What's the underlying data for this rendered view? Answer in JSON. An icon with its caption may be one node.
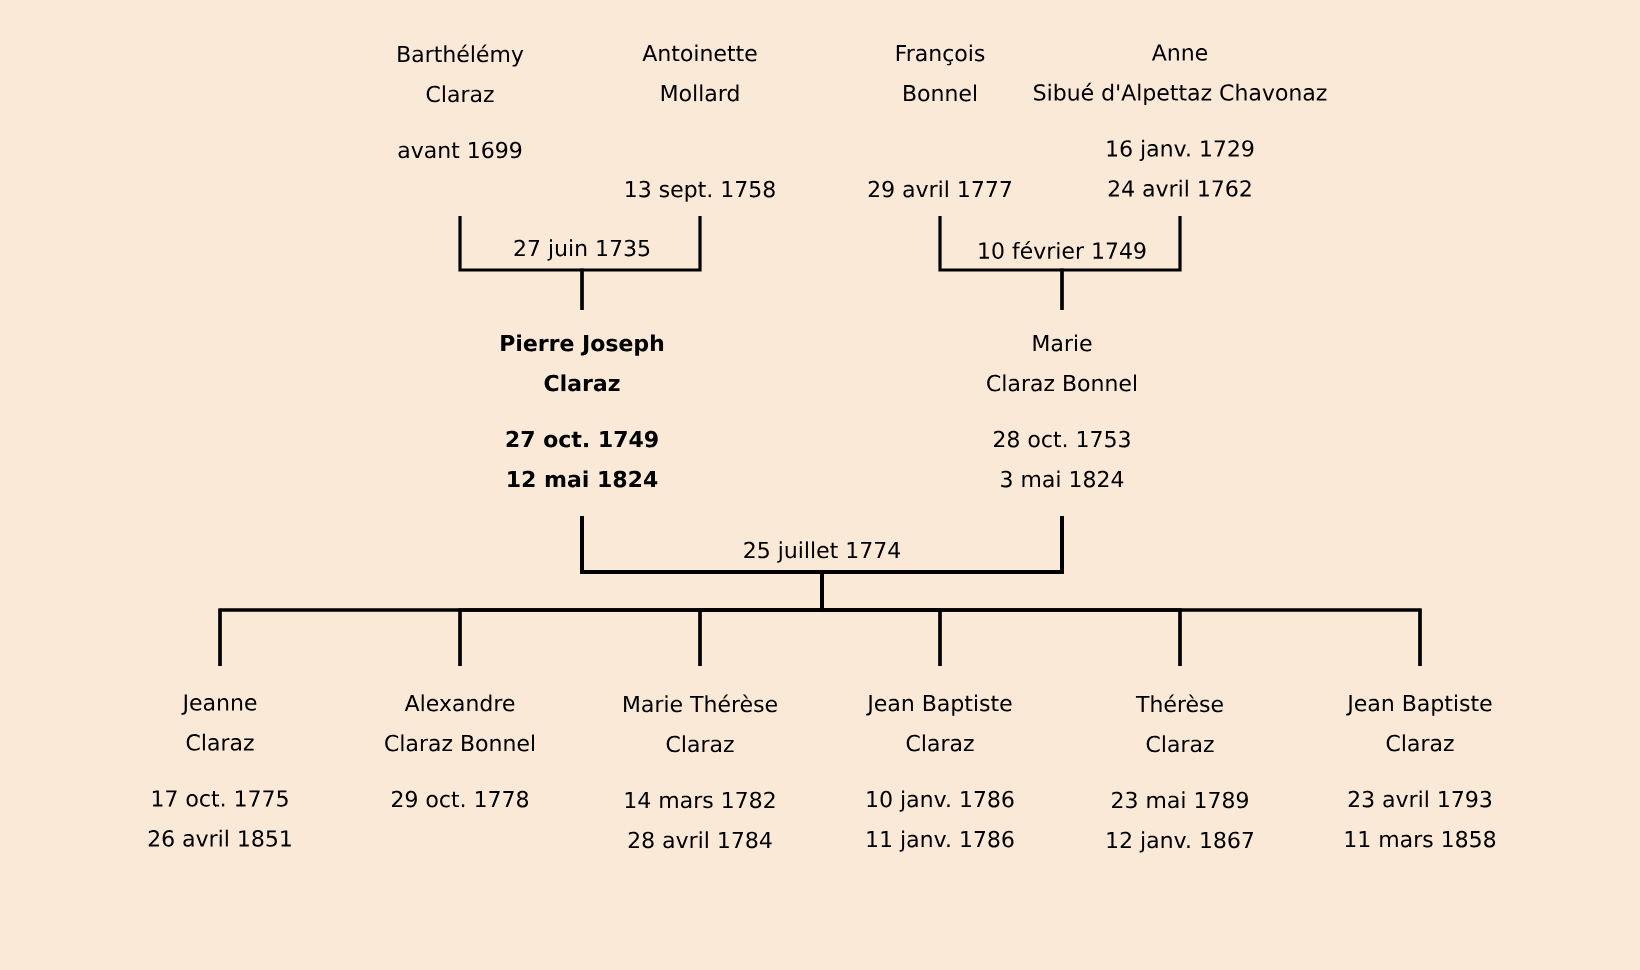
{
  "diagram": {
    "nodes": [
      {
        "text": [
          "Barthélémy",
          "Claraz",
          "avant 1699"
        ]
      },
      {
        "text": [
          "Antoinette",
          "Mollard",
          "13 sept. 1758"
        ]
      },
      {
        "text": [
          "François",
          "Bonnel",
          "29 avril 1777"
        ]
      },
      {
        "text": [
          "Anne",
          "Sibué d'Alpettaz Chavonaz",
          "16 janv. 1729",
          "24 avril 1762"
        ]
      },
      {
        "text": [
          "Pierre Joseph",
          "Claraz",
          "27 oct. 1749",
          "12 mai 1824"
        ]
      },
      {
        "text": [
          "Marie",
          "Claraz Bonnel",
          "28 oct. 1753",
          "3 mai 1824"
        ]
      },
      {
        "text": [
          "Jeanne",
          "Claraz",
          "17 oct. 1775",
          "26 avril 1851"
        ]
      },
      {
        "text": [
          "Alexandre",
          "Claraz Bonnel",
          "29 oct. 1778"
        ]
      },
      {
        "text": [
          "Marie Thérèse",
          "Claraz",
          "14 mars 1782",
          "28 avril 1784"
        ]
      },
      {
        "text": [
          "Jean Baptiste",
          "Claraz",
          "10 janv. 1786",
          "11 janv. 1786"
        ]
      },
      {
        "text": [
          "Thérèse",
          "Claraz",
          "23 mai 1789",
          "12 janv. 1867"
        ]
      },
      {
        "text": [
          "Jean Baptiste",
          "Claraz",
          "23 avril 1793",
          "11 mars 1858"
        ]
      }
    ],
    "edges": [
      {
        "from": 0,
        "to": 4,
        "arrow": "none",
        "label": "27 juin 1735"
      },
      {
        "from": 1,
        "to": 4,
        "arrow": "none"
      },
      {
        "from": 2,
        "to": 5,
        "arrow": "none",
        "label": "10 février 1749"
      },
      {
        "from": 3,
        "to": 5,
        "arrow": "none"
      },
      {
        "from": 4,
        "to": 6,
        "arrow": "none",
        "label": "25 juillet 1774"
      },
      {
        "from": 4,
        "to": 7,
        "arrow": "none"
      },
      {
        "from": 4,
        "to": 8,
        "arrow": "none"
      },
      {
        "from": 4,
        "to": 9,
        "arrow": "none"
      },
      {
        "from": 4,
        "to": 10,
        "arrow": "none"
      },
      {
        "from": 4,
        "to": 11,
        "arrow": "none"
      },
      {
        "from": 5,
        "to": 6,
        "arrow": "none"
      },
      {
        "from": 5,
        "to": 7,
        "arrow": "none"
      },
      {
        "from": 5,
        "to": 8,
        "arrow": "none"
      },
      {
        "from": 5,
        "to": 9,
        "arrow": "none"
      },
      {
        "from": 5,
        "to": 10,
        "arrow": "none"
      },
      {
        "from": 5,
        "to": 11,
        "arrow": "none"
      }
    ]
  }
}
